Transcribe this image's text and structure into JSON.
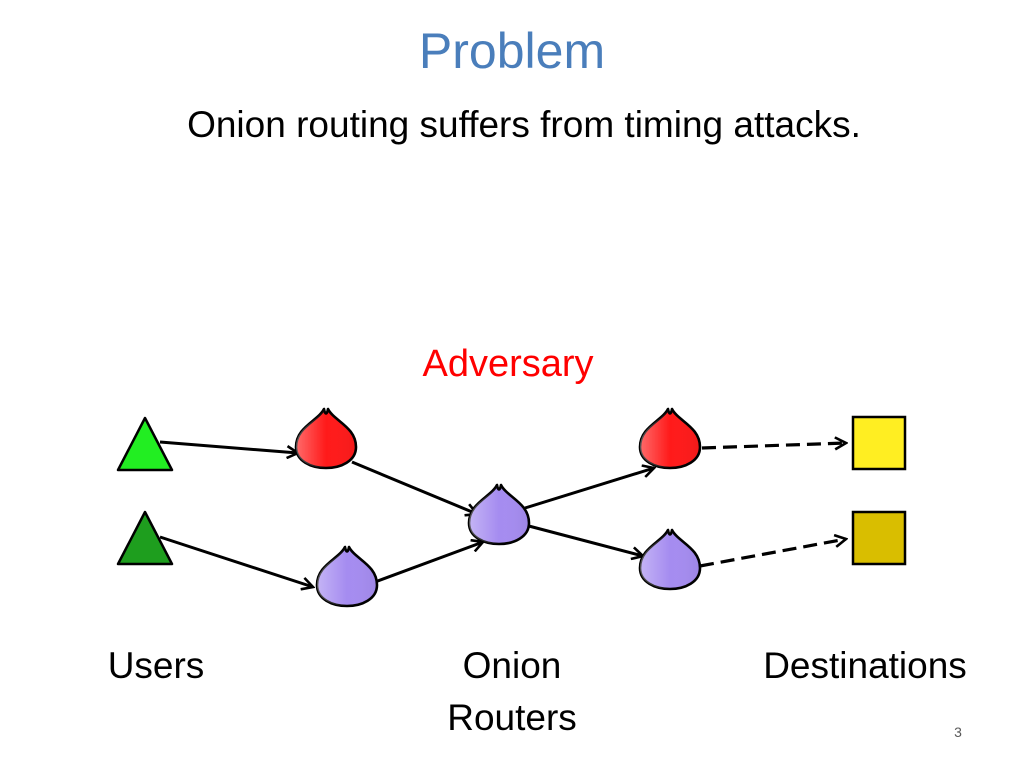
{
  "slide": {
    "title": "Problem",
    "subtitle": "Onion routing suffers from timing attacks.",
    "adversary_label": "Adversary",
    "labels": {
      "users": "Users",
      "onion_routers": "Onion\nRouters",
      "destinations": "Destinations"
    },
    "page_number": "3"
  },
  "colors": {
    "title": "#4a7ebb",
    "adversary": "#ff0000",
    "user_light": "#22ee22",
    "user_dark": "#1e9e1e",
    "onion_adversary": "#ff1a1a",
    "onion_normal": "#a58cf0",
    "destination_light": "#ffee22",
    "destination_dark": "#d9be00"
  },
  "icons": {
    "user": "triangle-icon",
    "router": "onion-icon",
    "destination": "square-icon"
  }
}
